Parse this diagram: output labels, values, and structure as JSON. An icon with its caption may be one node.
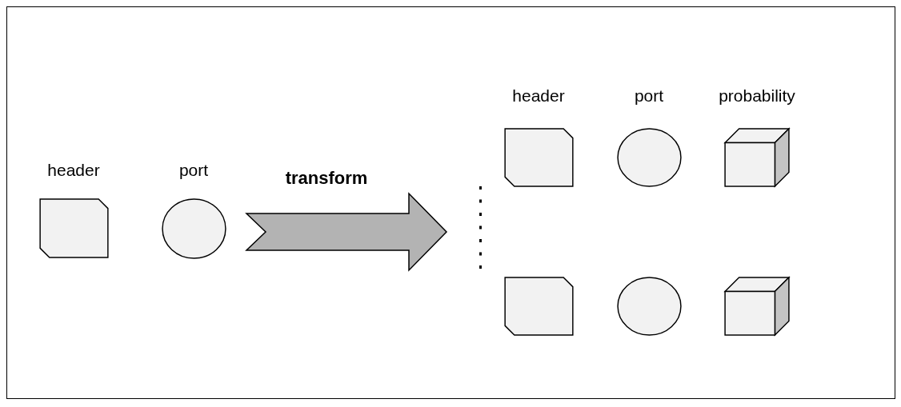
{
  "diagram": {
    "nodes": [
      {
        "text": [
          "header"
        ]
      },
      {
        "text": [
          "port"
        ]
      },
      {
        "text": [
          "header"
        ]
      },
      {
        "text": [
          "port"
        ]
      },
      {
        "text": [
          "probability"
        ]
      },
      {
        "text": [],
        "shape": "box"
      },
      {
        "text": [],
        "shape": "circle"
      },
      {
        "text": [],
        "shape": "cube"
      }
    ],
    "labels": [
      "transform"
    ]
  }
}
